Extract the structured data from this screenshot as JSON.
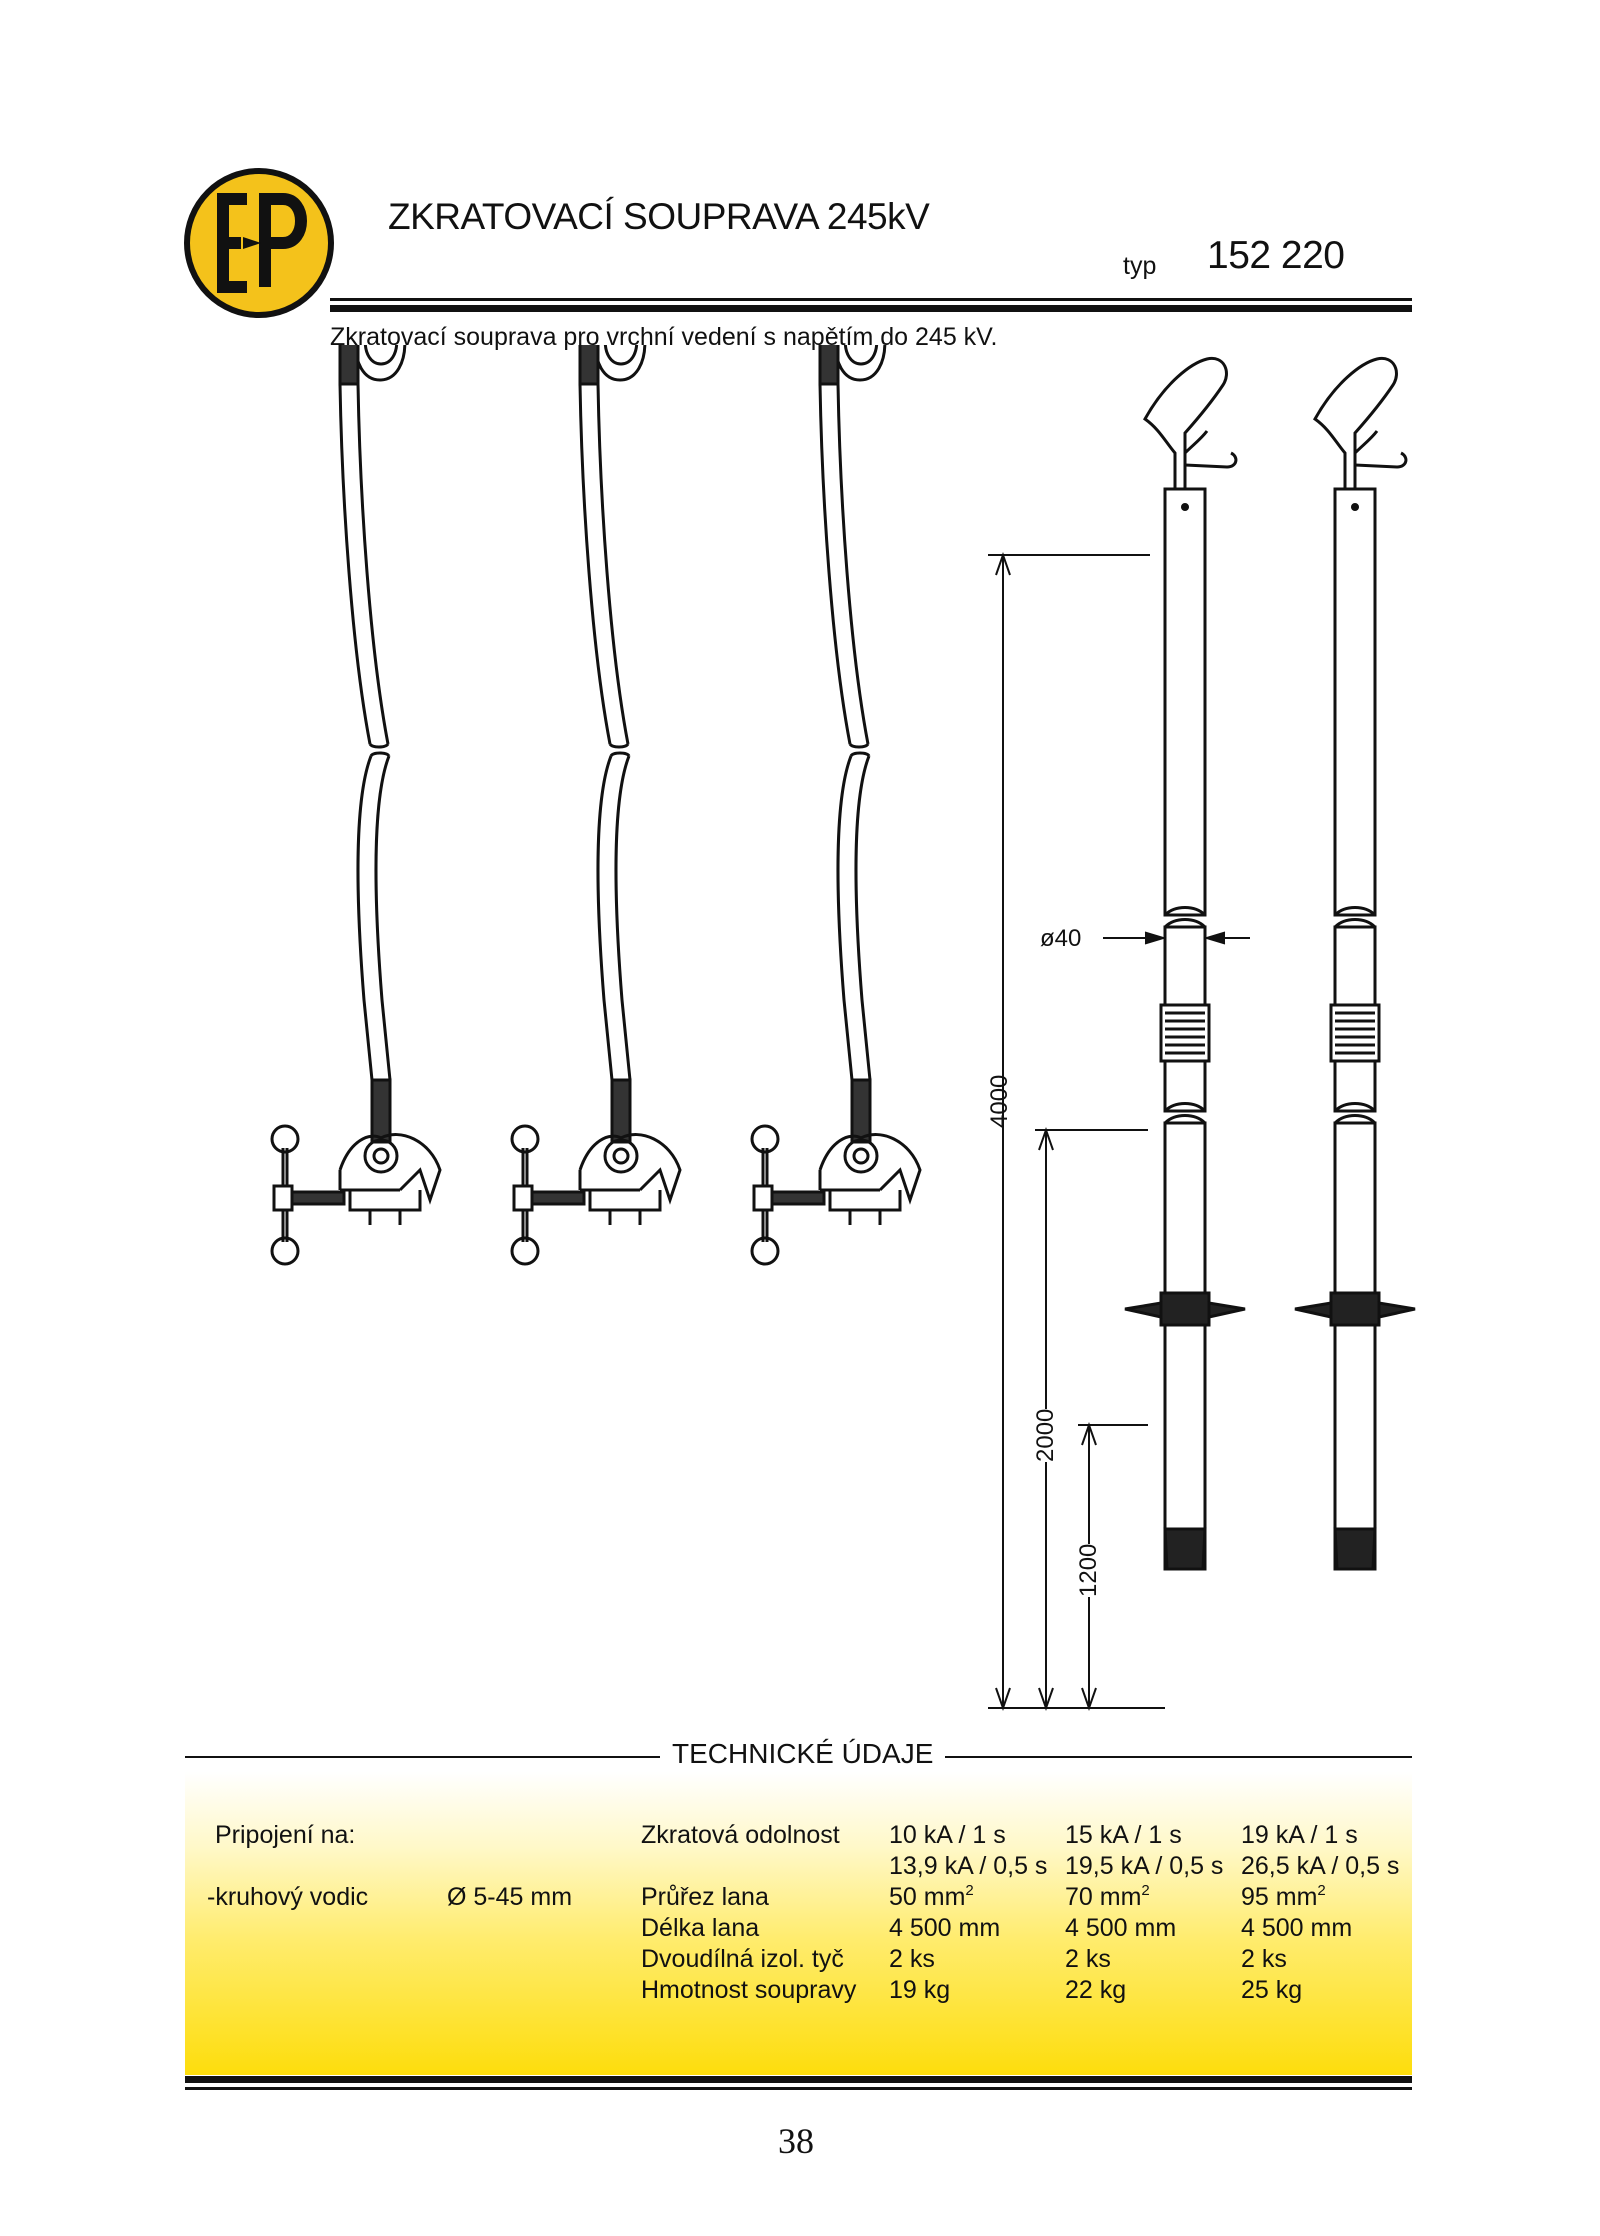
{
  "header": {
    "logo_text": "EP",
    "title": "ZKRATOVACÍ SOUPRAVA 245kV",
    "typ_label": "typ",
    "typ_value": "152 220",
    "subtitle": "Zkratovací souprava pro vrchní vedení s napětím do 245 kV."
  },
  "drawing": {
    "diameter_label": "ø40",
    "dimension_4000": "4000",
    "dimension_2000": "2000",
    "dimension_1200": "1200"
  },
  "tech": {
    "section_title": "TECHNICKÉ ÚDAJE",
    "connection_label": "Pripojení na:",
    "conductor_label": "-kruhový vodic",
    "conductor_value": "Ø 5-45 mm",
    "rows": [
      {
        "label": "Zkratová odolnost",
        "values": [
          "10 kA / 1 s",
          "15 kA / 1 s",
          "19 kA / 1 s"
        ]
      },
      {
        "label": "",
        "values": [
          "13,9 kA / 0,5 s",
          "19,5 kA / 0,5 s",
          "26,5 kA / 0,5 s"
        ]
      },
      {
        "label": "Průřez lana",
        "values": [
          "50 mm",
          "70 mm",
          "95 mm"
        ],
        "unit_sup": "2"
      },
      {
        "label": "Délka lana",
        "values": [
          "4 500 mm",
          "4 500 mm",
          "4 500 mm"
        ]
      },
      {
        "label": "Dvoudílná izol. tyč",
        "values": [
          "2 ks",
          "2 ks",
          "2 ks"
        ]
      },
      {
        "label": "Hmotnost soupravy",
        "values": [
          "19 kg",
          "22 kg",
          "25 kg"
        ]
      }
    ]
  },
  "footer": {
    "page_number": "38"
  },
  "colors": {
    "logo_yellow": "#f4c21b",
    "box_yellow": "#fddd0c",
    "ink": "#111111"
  }
}
